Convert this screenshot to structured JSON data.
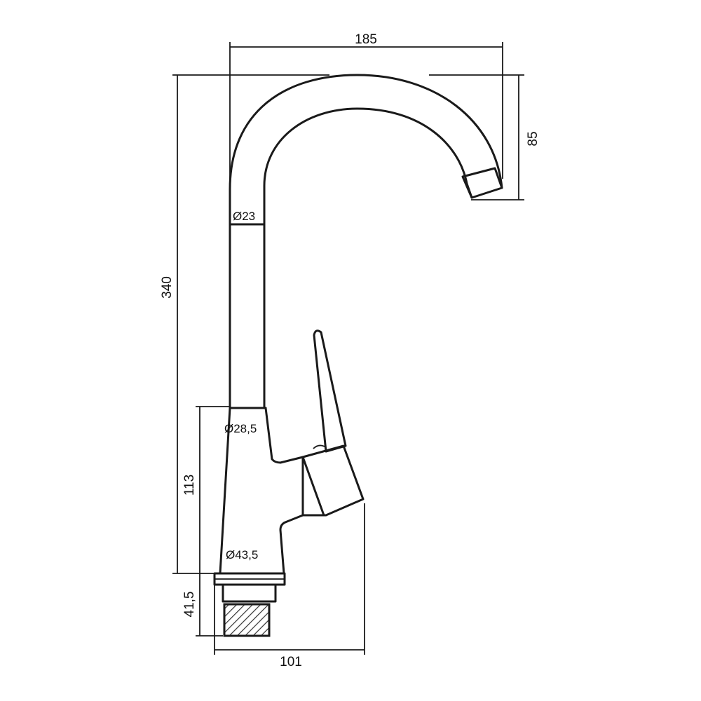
{
  "dimensions": {
    "width_top": "185",
    "spout_height": "85",
    "total_height": "340",
    "body_height": "113",
    "thread_height": "41,5",
    "base_width": "101"
  },
  "diameters": {
    "spout": "Ø23",
    "upper_body": "Ø28,5",
    "lower_body": "Ø43,5"
  },
  "colors": {
    "line": "#1a1a1a",
    "background": "#ffffff"
  }
}
